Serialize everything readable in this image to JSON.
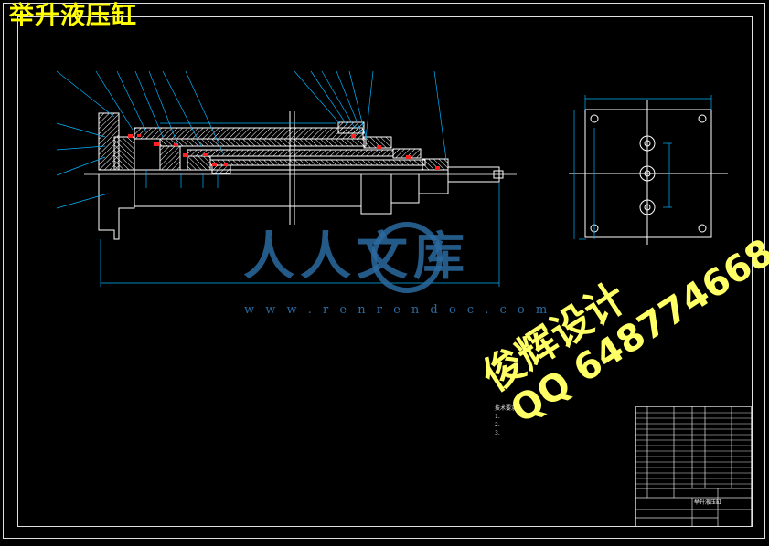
{
  "drawing": {
    "title": "举升液压缸",
    "colors": {
      "background": "#000000",
      "frame": "#ffffff",
      "dimension": "#00c8ff",
      "hatch": "#ffffff",
      "seal": "#ff2020",
      "title_text": "#ffff00"
    }
  },
  "watermark": {
    "brand_text": "人人文库",
    "url_text": "w w w . r e n r e n d o c . c o m"
  },
  "promo": {
    "line1": "俊辉设计",
    "line2": "QQ 648774668"
  },
  "notes": {
    "heading": "技术要求",
    "lines": [
      "1.",
      "2.",
      "3."
    ]
  },
  "title_block": {
    "drawing_name": "举升液压缸"
  }
}
